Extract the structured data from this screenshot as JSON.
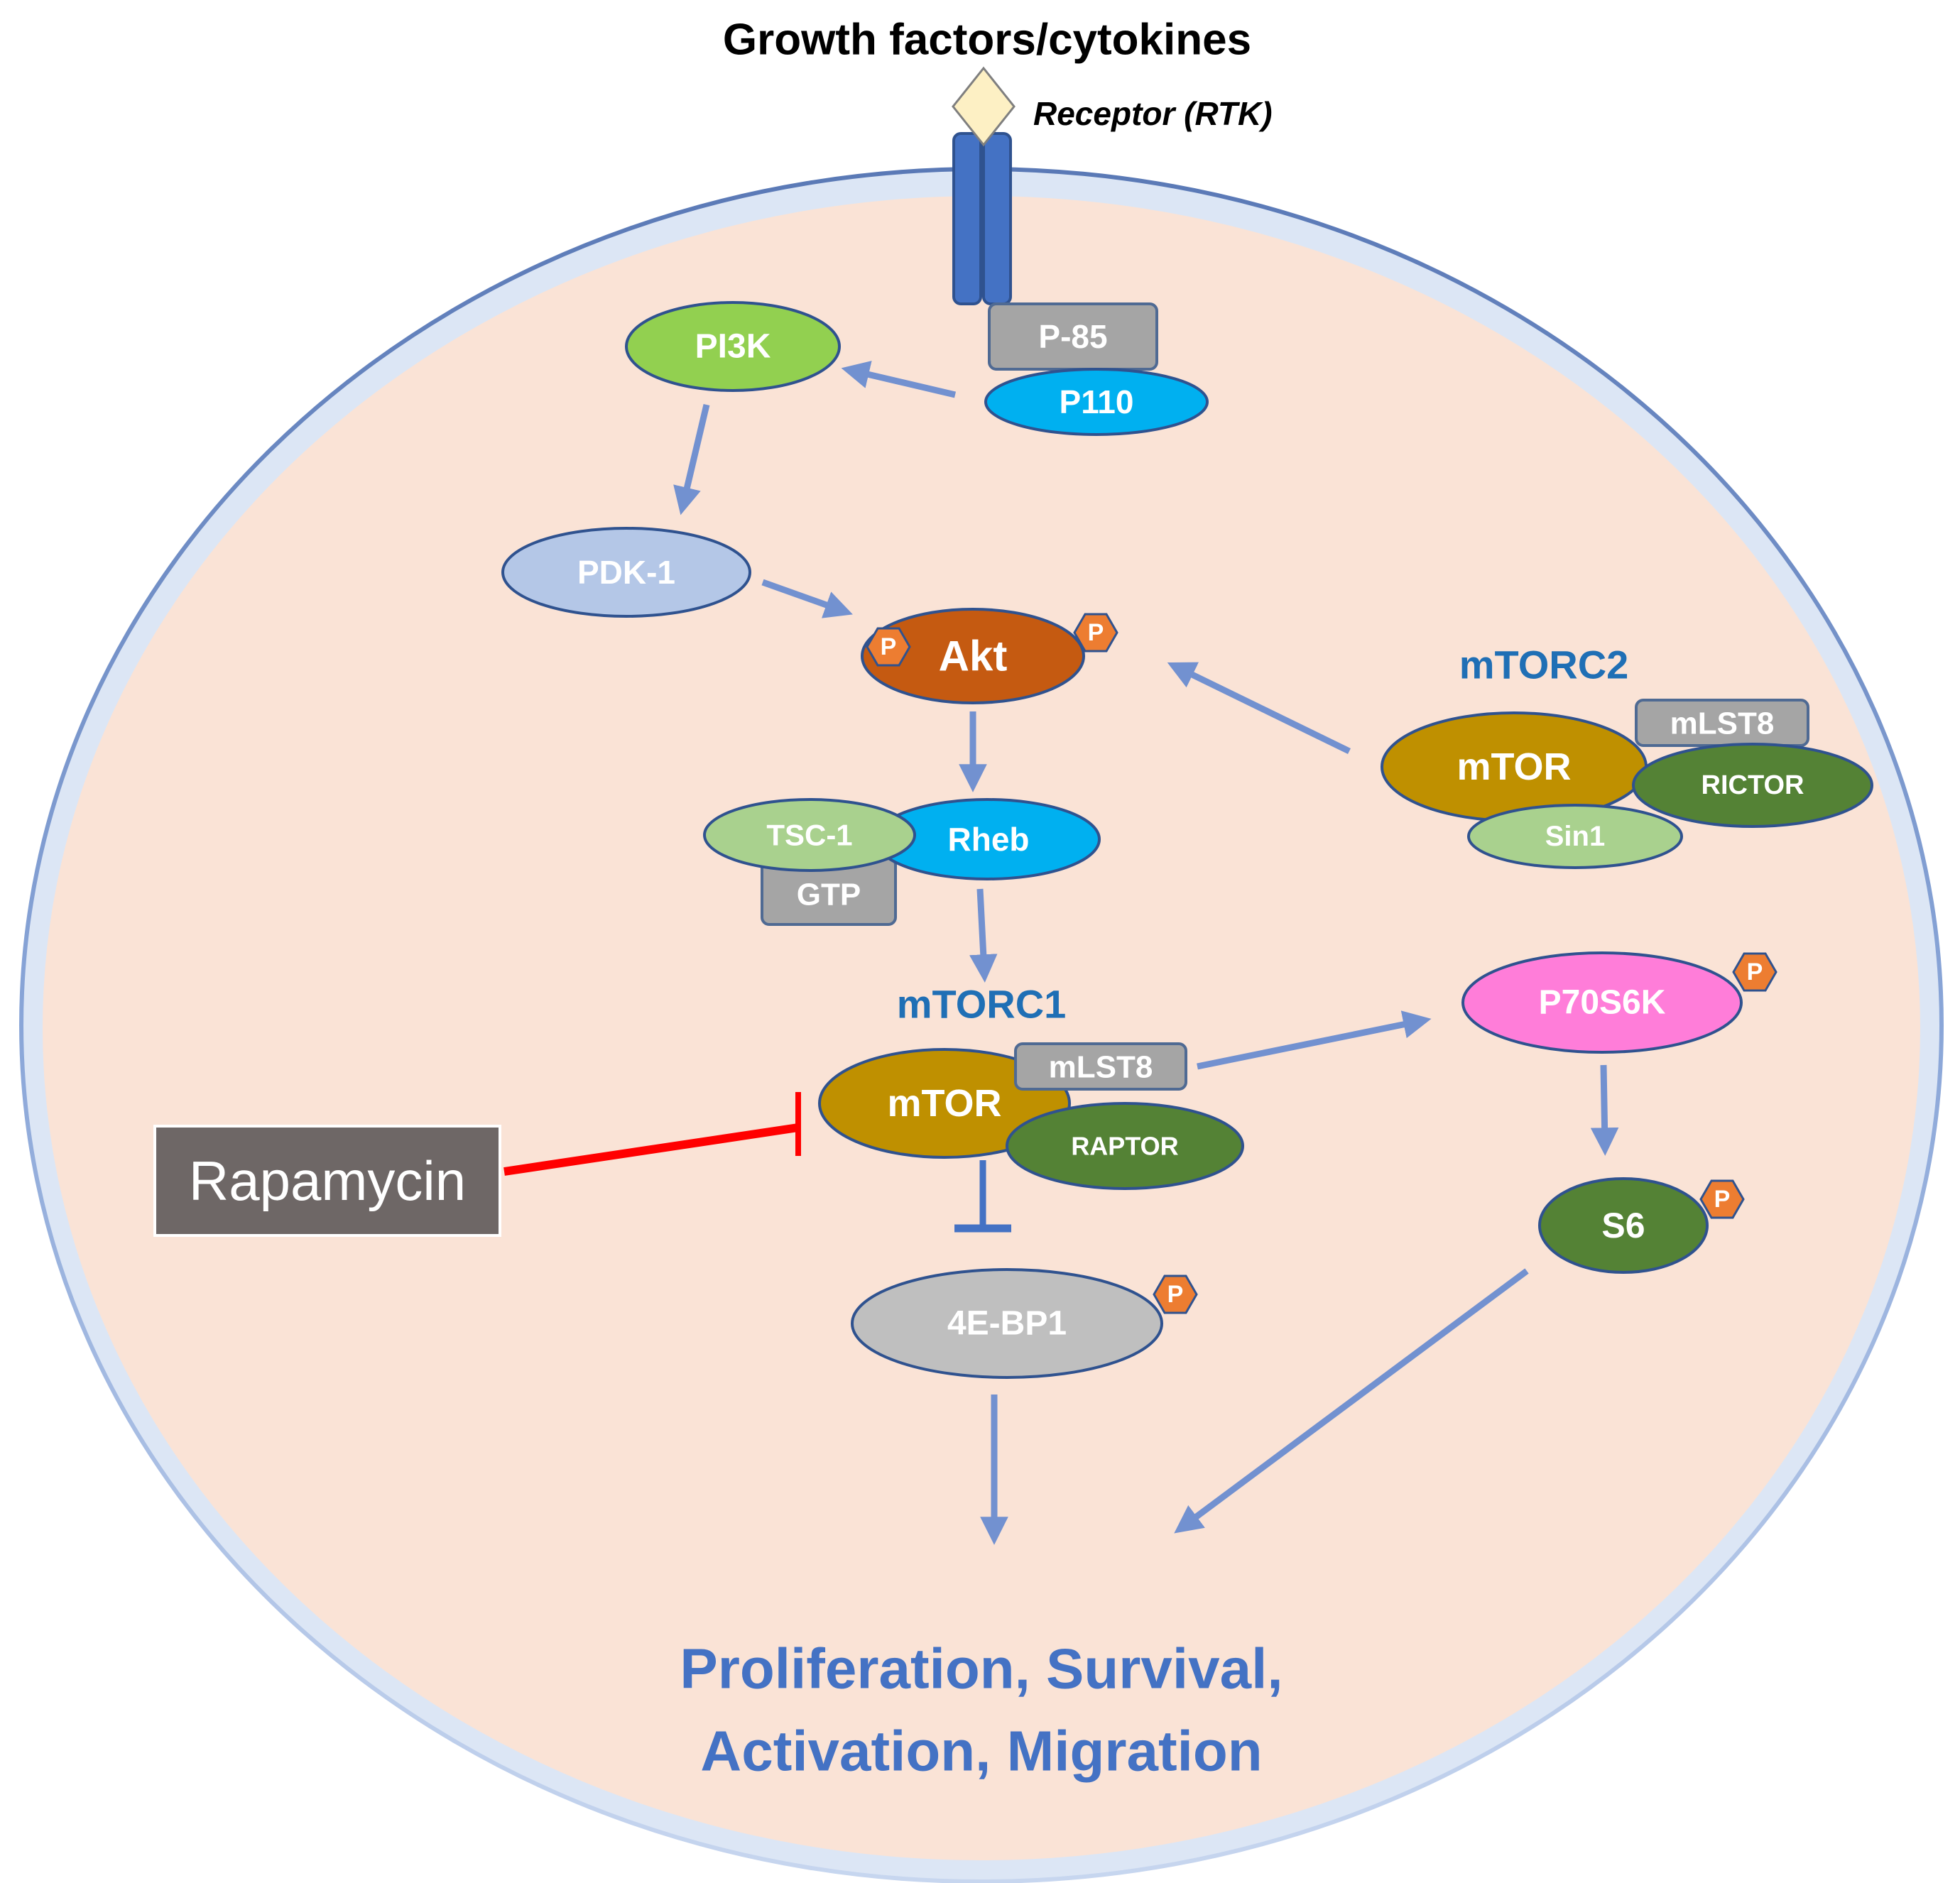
{
  "title": "Growth factors/cytokines",
  "receptor": "Receptor (RTK)",
  "nodes": {
    "p85": "P-85",
    "p110": "P110",
    "pi3k": "PI3K",
    "pdk1": "PDK-1",
    "akt": "Akt",
    "tsc1": "TSC-1",
    "rheb": "Rheb",
    "gtp": "GTP",
    "mtorc1_label": "mTORC1",
    "mtorc1_mtor": "mTOR",
    "mtorc1_mlst8": "mLST8",
    "raptor": "RAPTOR",
    "mtorc2_label": "mTORC2",
    "mtorc2_mtor": "mTOR",
    "mtorc2_mlst8": "mLST8",
    "rictor": "RICTOR",
    "sin1": "Sin1",
    "p70s6k": "P70S6K",
    "s6": "S6",
    "fourebp1": "4E-BP1",
    "phospho": "P"
  },
  "inhibitor": "Rapamycin",
  "outcome": {
    "line1": "Proliferation, Survival,",
    "line2": "Activation, Migration"
  },
  "colors": {
    "cell_fill": "#fae3d6",
    "cell_border": "#a9bfe4",
    "receptor": "#4472c4",
    "arrow": "#7291d0",
    "inhibit_red": "#ff0000",
    "pi3k": "#92d050",
    "p110": "#00b0f0",
    "gray_box": "#a5a5a5",
    "pdk1": "#b4c7e7",
    "akt": "#c55a11",
    "phospho": "#ed7d31",
    "tsc1": "#a9d18e",
    "mtor": "#bf9000",
    "raptor": "#548235",
    "p70s6k": "#ff7dd9",
    "s6": "#548235",
    "fourebp1": "#bfbfbf",
    "rapamycin_box": "#6e6766"
  }
}
